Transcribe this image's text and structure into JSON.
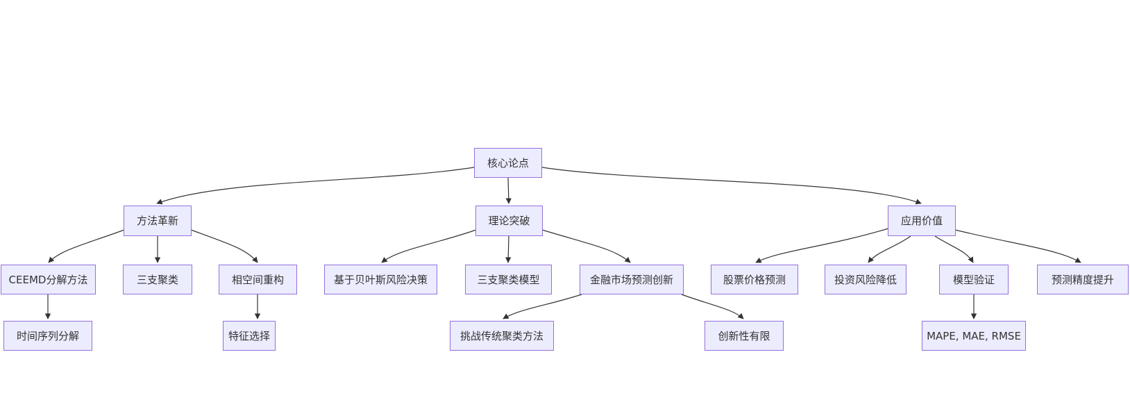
{
  "diagram": {
    "type": "flowchart-tree",
    "direction": "top-down",
    "colors": {
      "node_fill": "#ECECFF",
      "node_border": "#9370DB",
      "node_text": "#333333",
      "edge_line": "#333333",
      "background": "#FFFFFF"
    }
  },
  "nodes": {
    "core": "核心论点",
    "method": "方法革新",
    "theory": "理论突破",
    "value": "应用价值",
    "ceemd": "CEEMD分解方法",
    "threeway": "三支聚类",
    "phase": "相空间重构",
    "bayes": "基于贝叶斯风险决策",
    "threemodel": "三支聚类模型",
    "finance": "金融市场预测创新",
    "stock": "股票价格预测",
    "invest": "投资风险降低",
    "model": "模型验证",
    "accuracy": "预测精度提升",
    "timeseries": "时间序列分解",
    "feature": "特征选择",
    "challenge": "挑战传统聚类方法",
    "limited": "创新性有限",
    "metrics": "MAPE, MAE, RMSE"
  },
  "edges": [
    {
      "from": "core",
      "to": "method"
    },
    {
      "from": "core",
      "to": "theory"
    },
    {
      "from": "core",
      "to": "value"
    },
    {
      "from": "method",
      "to": "ceemd"
    },
    {
      "from": "method",
      "to": "threeway"
    },
    {
      "from": "method",
      "to": "phase"
    },
    {
      "from": "theory",
      "to": "bayes"
    },
    {
      "from": "theory",
      "to": "threemodel"
    },
    {
      "from": "theory",
      "to": "finance"
    },
    {
      "from": "value",
      "to": "stock"
    },
    {
      "from": "value",
      "to": "invest"
    },
    {
      "from": "value",
      "to": "model"
    },
    {
      "from": "value",
      "to": "accuracy"
    },
    {
      "from": "ceemd",
      "to": "timeseries"
    },
    {
      "from": "phase",
      "to": "feature"
    },
    {
      "from": "finance",
      "to": "challenge"
    },
    {
      "from": "finance",
      "to": "limited"
    },
    {
      "from": "model",
      "to": "metrics"
    }
  ]
}
